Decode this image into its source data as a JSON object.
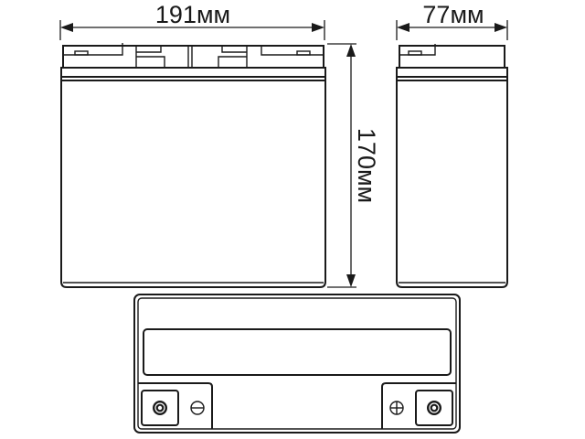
{
  "diagram": {
    "type": "battery-dimension-drawing",
    "views": {
      "front": {
        "label": "front-view"
      },
      "side": {
        "label": "side-view"
      },
      "top": {
        "label": "top-view"
      }
    },
    "dimensions": {
      "width": {
        "value": 191,
        "unit": "мм",
        "text": "191мм"
      },
      "depth": {
        "value": 77,
        "unit": "мм",
        "text": "77мм"
      },
      "height": {
        "value": 170,
        "unit": "мм",
        "text": "170мм"
      }
    },
    "terminals": {
      "negative": {
        "symbol": "⊖",
        "position": "left"
      },
      "positive": {
        "symbol": "⊕",
        "position": "right"
      }
    },
    "colors": {
      "line": "#1a1a1a",
      "background": "#ffffff"
    }
  }
}
